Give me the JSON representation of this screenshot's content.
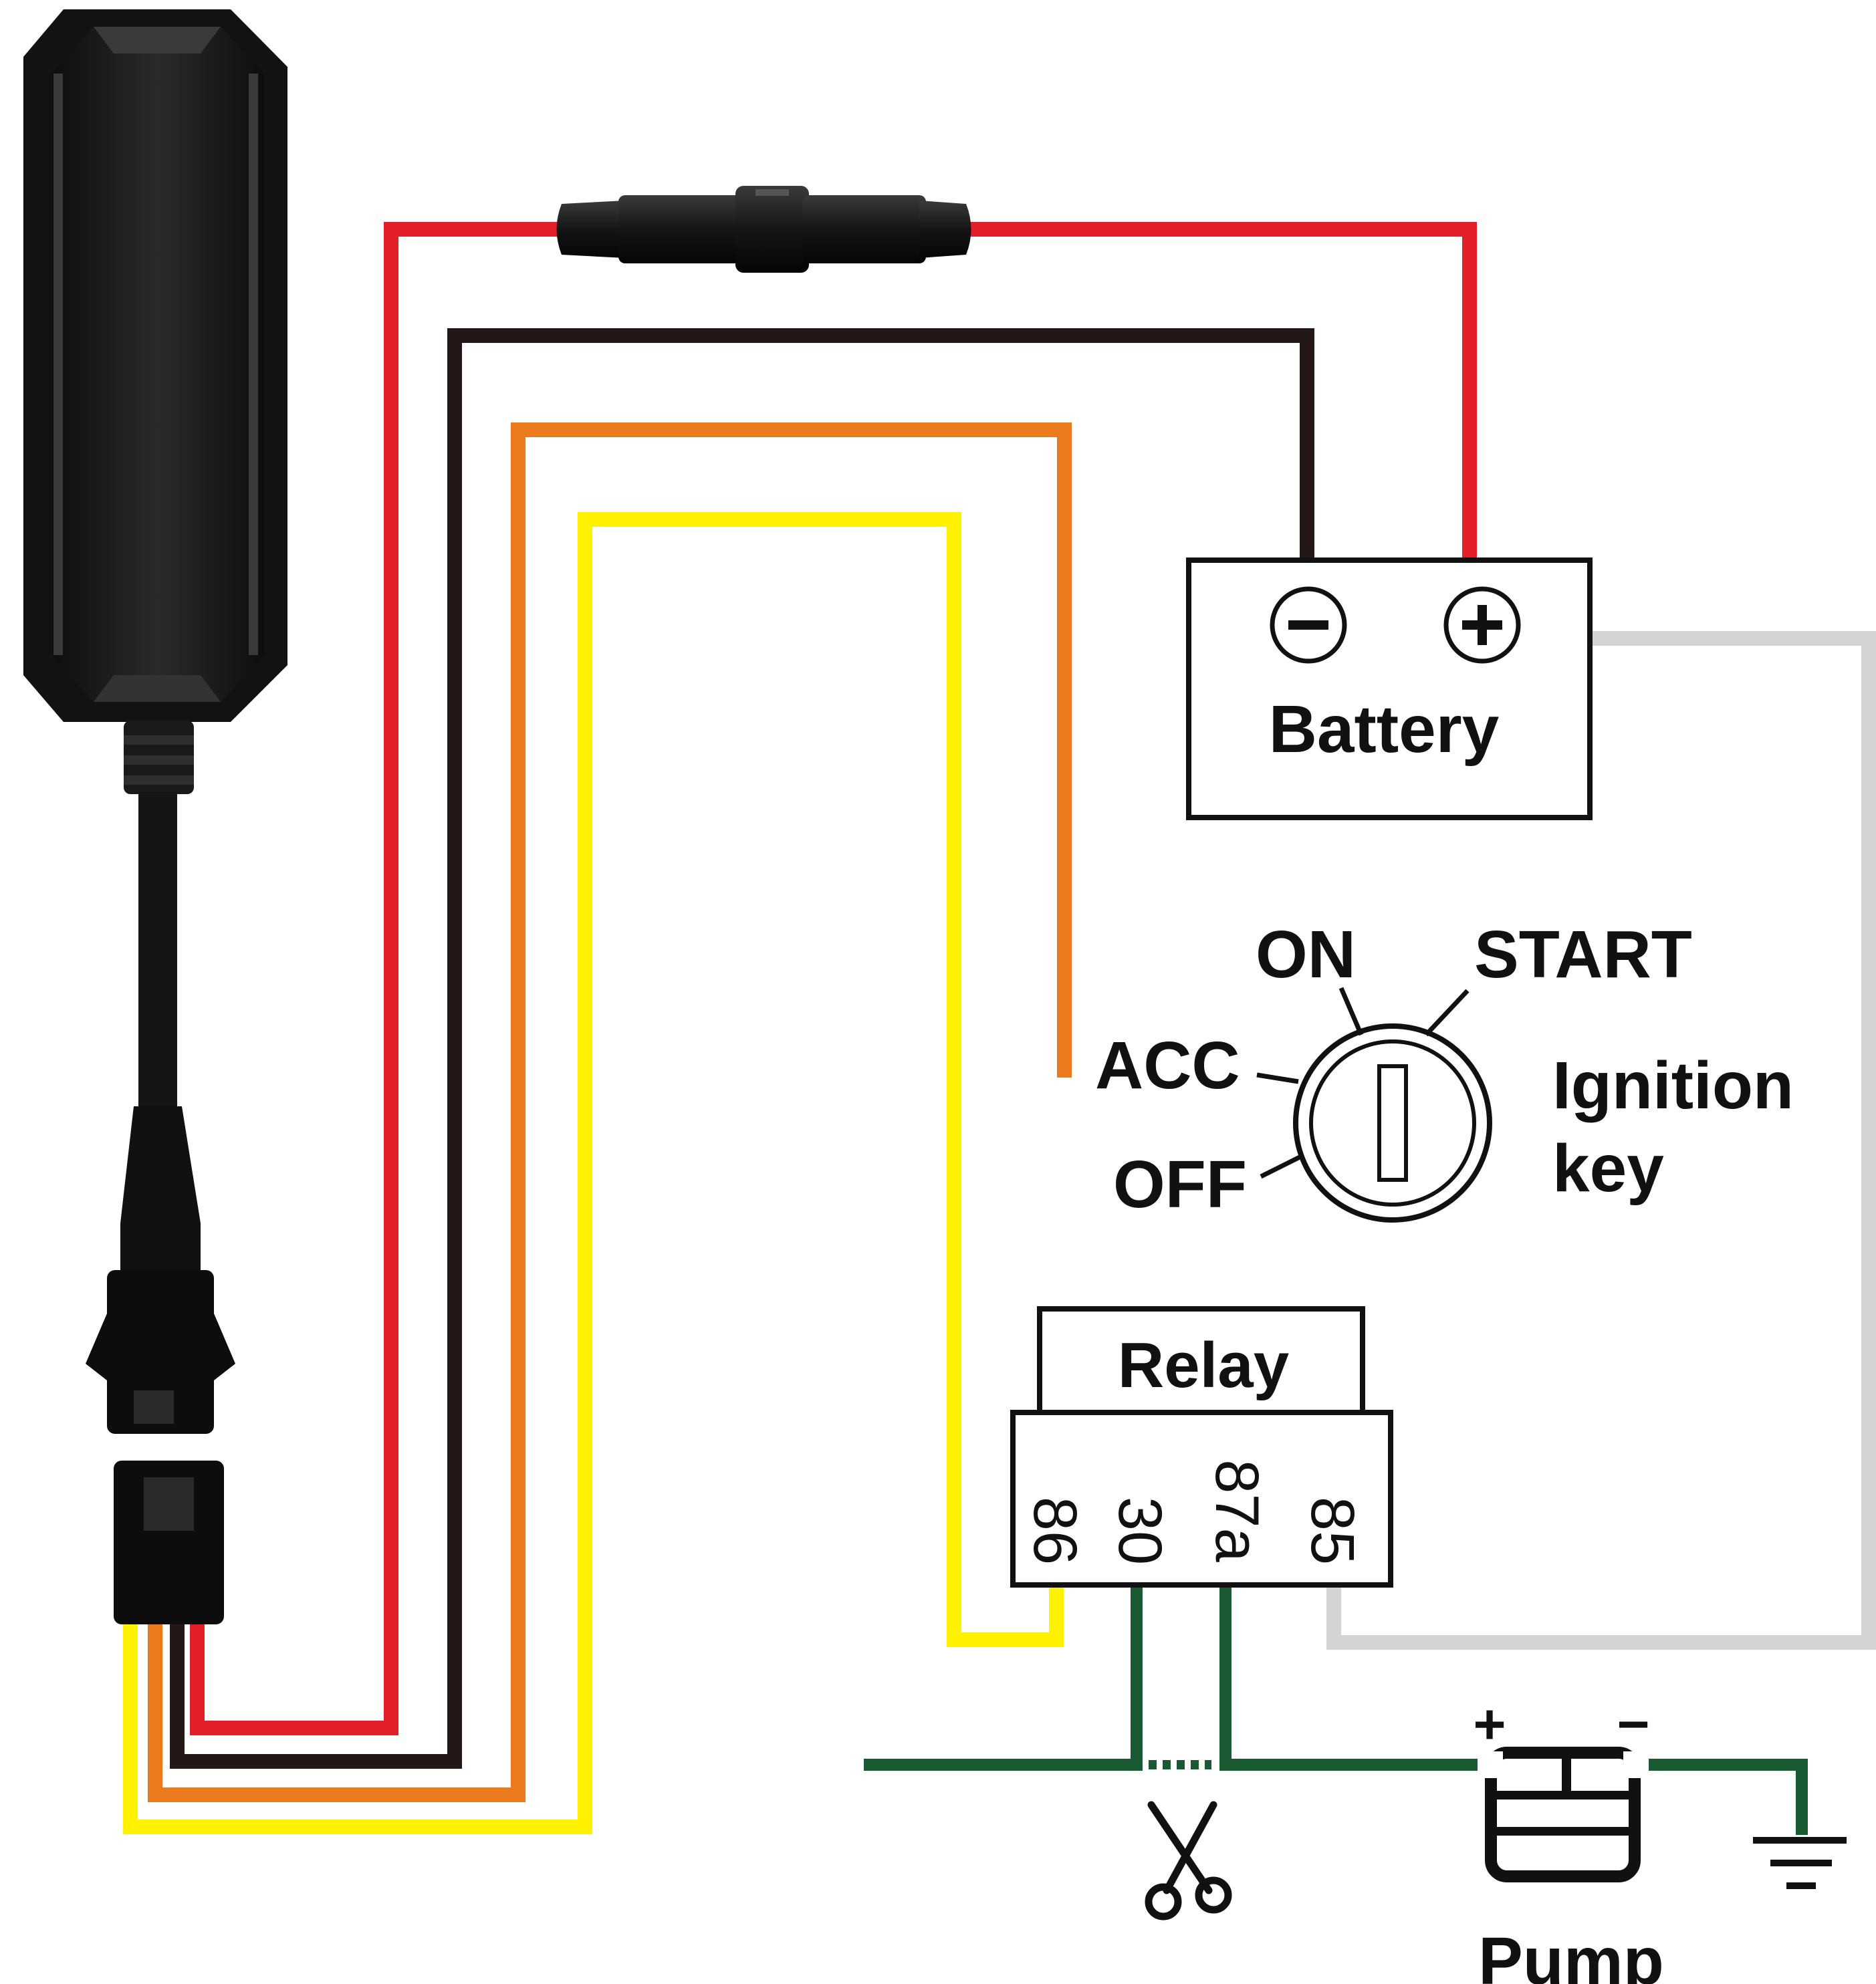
{
  "labels": {
    "battery": "Battery",
    "battery_minus": "−",
    "battery_plus": "+",
    "on": "ON",
    "start": "START",
    "acc": "ACC",
    "off": "OFF",
    "ignition_line1": "Ignition",
    "ignition_line2": "key",
    "relay": "Relay",
    "terminal_86": "86",
    "terminal_30": "30",
    "terminal_87a": "87a",
    "terminal_85": "85",
    "pump": "Pump",
    "pump_plus": "+",
    "pump_minus": "−"
  },
  "wires": {
    "red": "#e3202a",
    "black": "#231815",
    "orange": "#ea7a1c",
    "yellow": "#fff100",
    "green": "#1a5a32",
    "gray": "#d4d4d4"
  },
  "icons": [
    "gps-tracker-device",
    "inline-fuse",
    "connector-plug",
    "ignition-key-icon",
    "scissors-icon",
    "ground-icon",
    "fuel-pump-icon"
  ]
}
